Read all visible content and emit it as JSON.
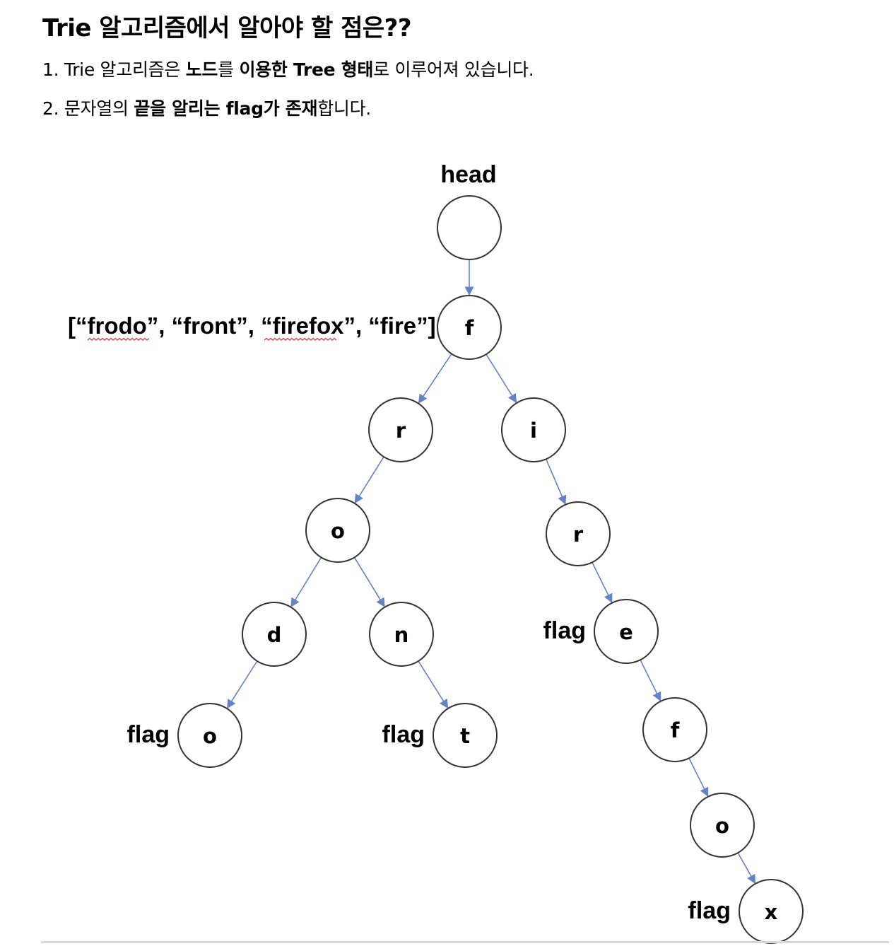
{
  "heading": "Trie 알고리즘에서 알아야 할 점은??",
  "points": [
    {
      "num": "1. ",
      "parts": [
        "Trie 알고리즘은 ",
        "노드",
        "를 ",
        "이용한 Tree 형태",
        "로 이루어져 있습니다."
      ]
    },
    {
      "num": "2. ",
      "parts": [
        "문자열의 ",
        "끝을 알리는 flag가 존재",
        "합니다."
      ]
    }
  ],
  "diagram": {
    "head_label": "head",
    "words_label": "[“frodo”, “front”, “firefox”, “fire”]",
    "flag_label": "flag",
    "nodes": [
      {
        "id": "root",
        "letter": ""
      },
      {
        "id": "f",
        "letter": "f"
      },
      {
        "id": "r1",
        "letter": "r"
      },
      {
        "id": "i",
        "letter": "i"
      },
      {
        "id": "o1",
        "letter": "o"
      },
      {
        "id": "r2",
        "letter": "r"
      },
      {
        "id": "d",
        "letter": "d"
      },
      {
        "id": "n",
        "letter": "n"
      },
      {
        "id": "e",
        "letter": "e",
        "flag": true
      },
      {
        "id": "o2",
        "letter": "o",
        "flag": true
      },
      {
        "id": "t",
        "letter": "t",
        "flag": true
      },
      {
        "id": "f2",
        "letter": "f"
      },
      {
        "id": "o3",
        "letter": "o"
      },
      {
        "id": "x",
        "letter": "x",
        "flag": true
      }
    ],
    "edges": [
      [
        "root",
        "f"
      ],
      [
        "f",
        "r1"
      ],
      [
        "f",
        "i"
      ],
      [
        "r1",
        "o1"
      ],
      [
        "i",
        "r2"
      ],
      [
        "o1",
        "d"
      ],
      [
        "o1",
        "n"
      ],
      [
        "r2",
        "e"
      ],
      [
        "d",
        "o2"
      ],
      [
        "n",
        "t"
      ],
      [
        "e",
        "f2"
      ],
      [
        "f2",
        "o3"
      ],
      [
        "o3",
        "x"
      ]
    ],
    "edge_color": "#6283c6"
  }
}
